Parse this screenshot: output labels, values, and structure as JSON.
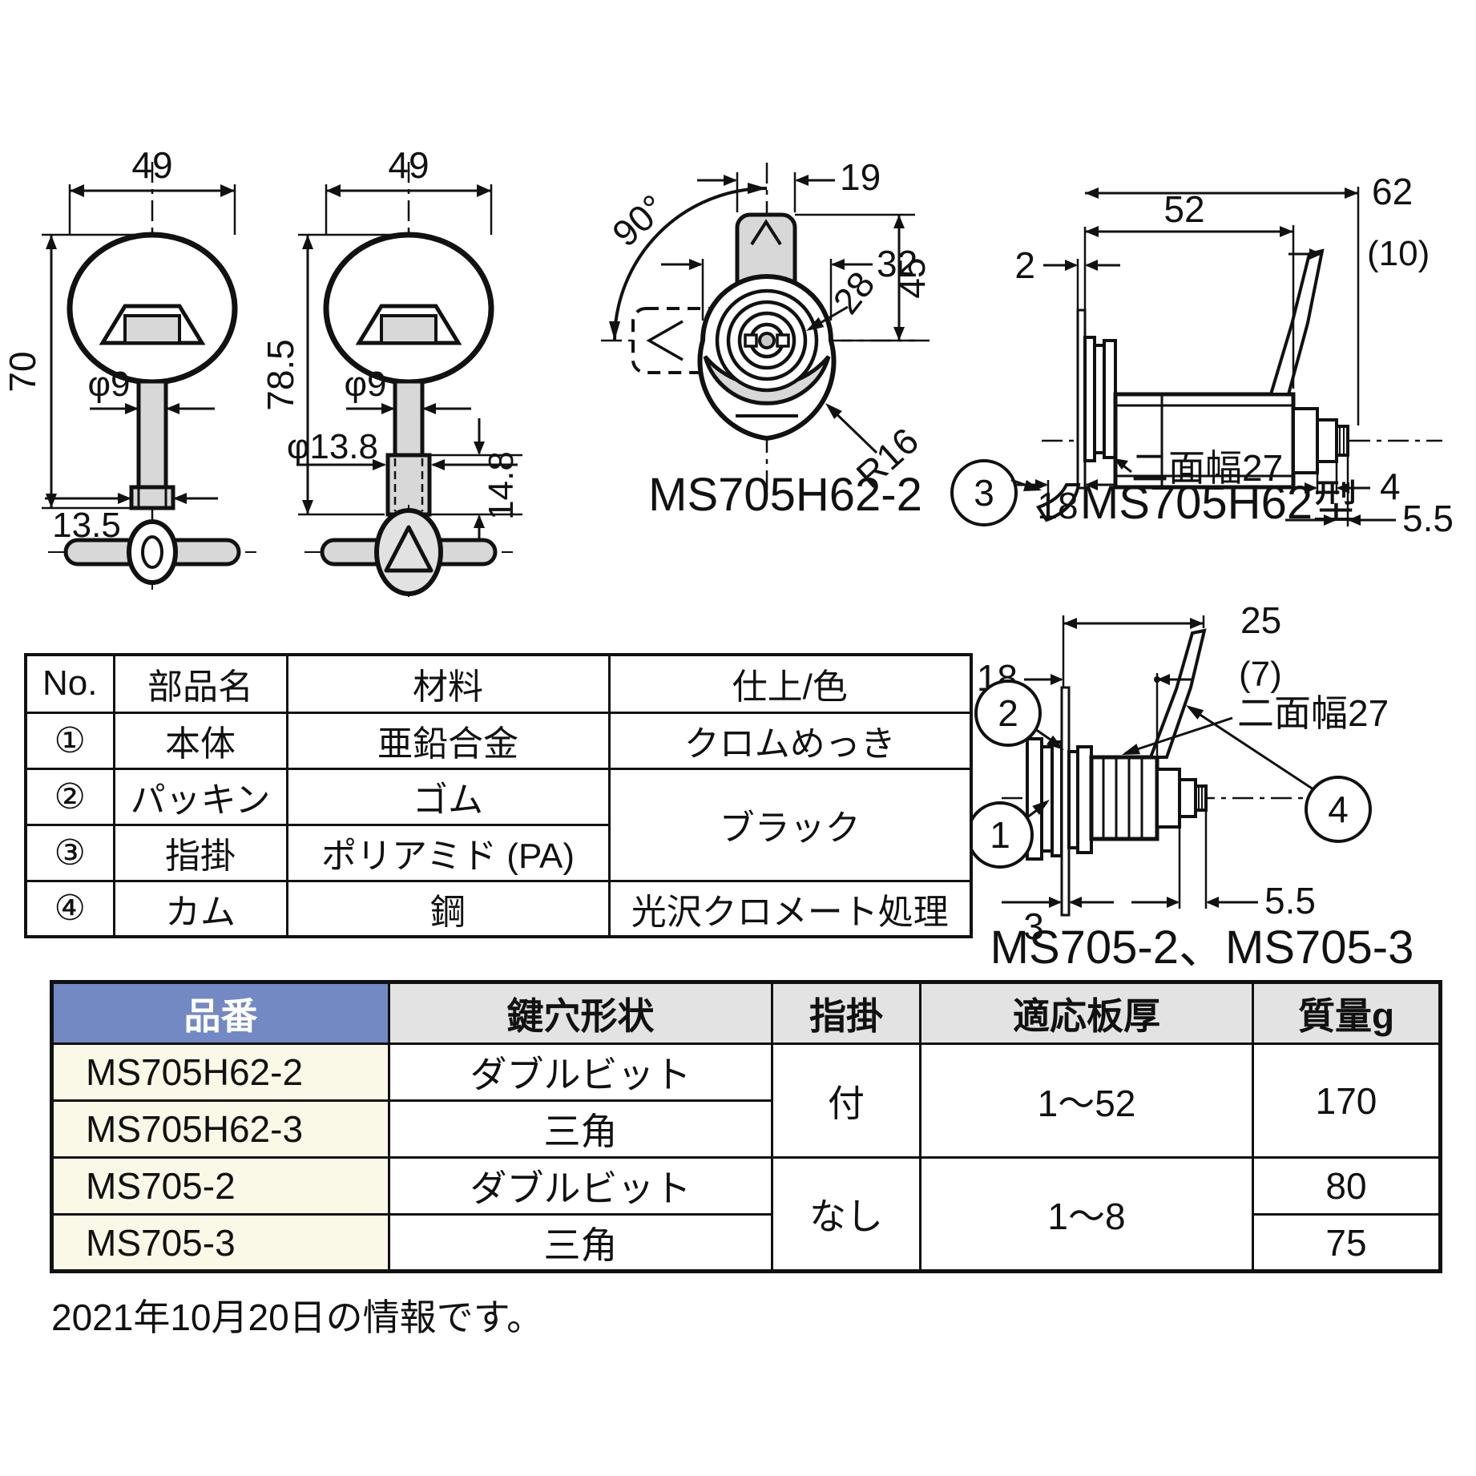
{
  "colors": {
    "table_header_blue": "#7289c4",
    "table_header_gray": "#e3e3e3",
    "model_cell_cream": "#faf8e6",
    "drawing_fill_gray": "#d8d8d8",
    "line": "#111111"
  },
  "drawings": {
    "key_double_bit": {
      "width": "49",
      "length": "70",
      "stem": "φ9",
      "tip": "13.5"
    },
    "key_triangle": {
      "width": "49",
      "length": "78.5",
      "stem": "φ9",
      "tip_dia": "φ13.8",
      "tip_len": "14.8"
    },
    "front_view": {
      "caption": "MS705H62-2",
      "handle_offset": "19",
      "rotation": "90°",
      "face_width": "32",
      "face_depth": "28",
      "height": "45",
      "radius": "R16"
    },
    "side_view_h62": {
      "caption": "MS705H62型",
      "total_len": "62",
      "lever_len": "(10)",
      "body_len": "52",
      "panel": "2",
      "flats": "二面幅27",
      "balloon_hook": "3",
      "hook_len": "18",
      "step": "4",
      "tip_len": "5.5"
    },
    "side_view_ms705": {
      "caption": "MS705-2、MS705-3",
      "total_len": "25",
      "lever_len": "(7)",
      "body_len": "18",
      "flats": "二面幅27",
      "balloon_body": "1",
      "balloon_packing": "2",
      "balloon_cam": "4",
      "panel": "3",
      "tip_len": "5.5"
    }
  },
  "parts_table": {
    "headers": [
      "No.",
      "部品名",
      "材料",
      "仕上/色"
    ],
    "rows": [
      {
        "no": "①",
        "name": "本体",
        "material": "亜鉛合金",
        "finish": "クロムめっき"
      },
      {
        "no": "②",
        "name": "パッキン",
        "material": "ゴム",
        "finish": "ブラック"
      },
      {
        "no": "③",
        "name": "指掛",
        "material": "ポリアミド (PA)"
      },
      {
        "no": "④",
        "name": "カム",
        "material": "鋼",
        "finish": "光沢クロメート処理"
      }
    ]
  },
  "spec_table": {
    "headers": [
      "品番",
      "鍵穴形状",
      "指掛",
      "適応板厚",
      "質量g"
    ],
    "rows": [
      {
        "model": "MS705H62-2",
        "keyway": "ダブルビット",
        "hook": "付",
        "thickness": "1～52",
        "weight": "170"
      },
      {
        "model": "MS705H62-3",
        "keyway": "三角"
      },
      {
        "model": "MS705-2",
        "keyway": "ダブルビット",
        "hook": "なし",
        "thickness": "1～8",
        "weight": "80"
      },
      {
        "model": "MS705-3",
        "keyway": "三角",
        "weight": "75"
      }
    ]
  },
  "footnote": "2021年10月20日の情報です。"
}
